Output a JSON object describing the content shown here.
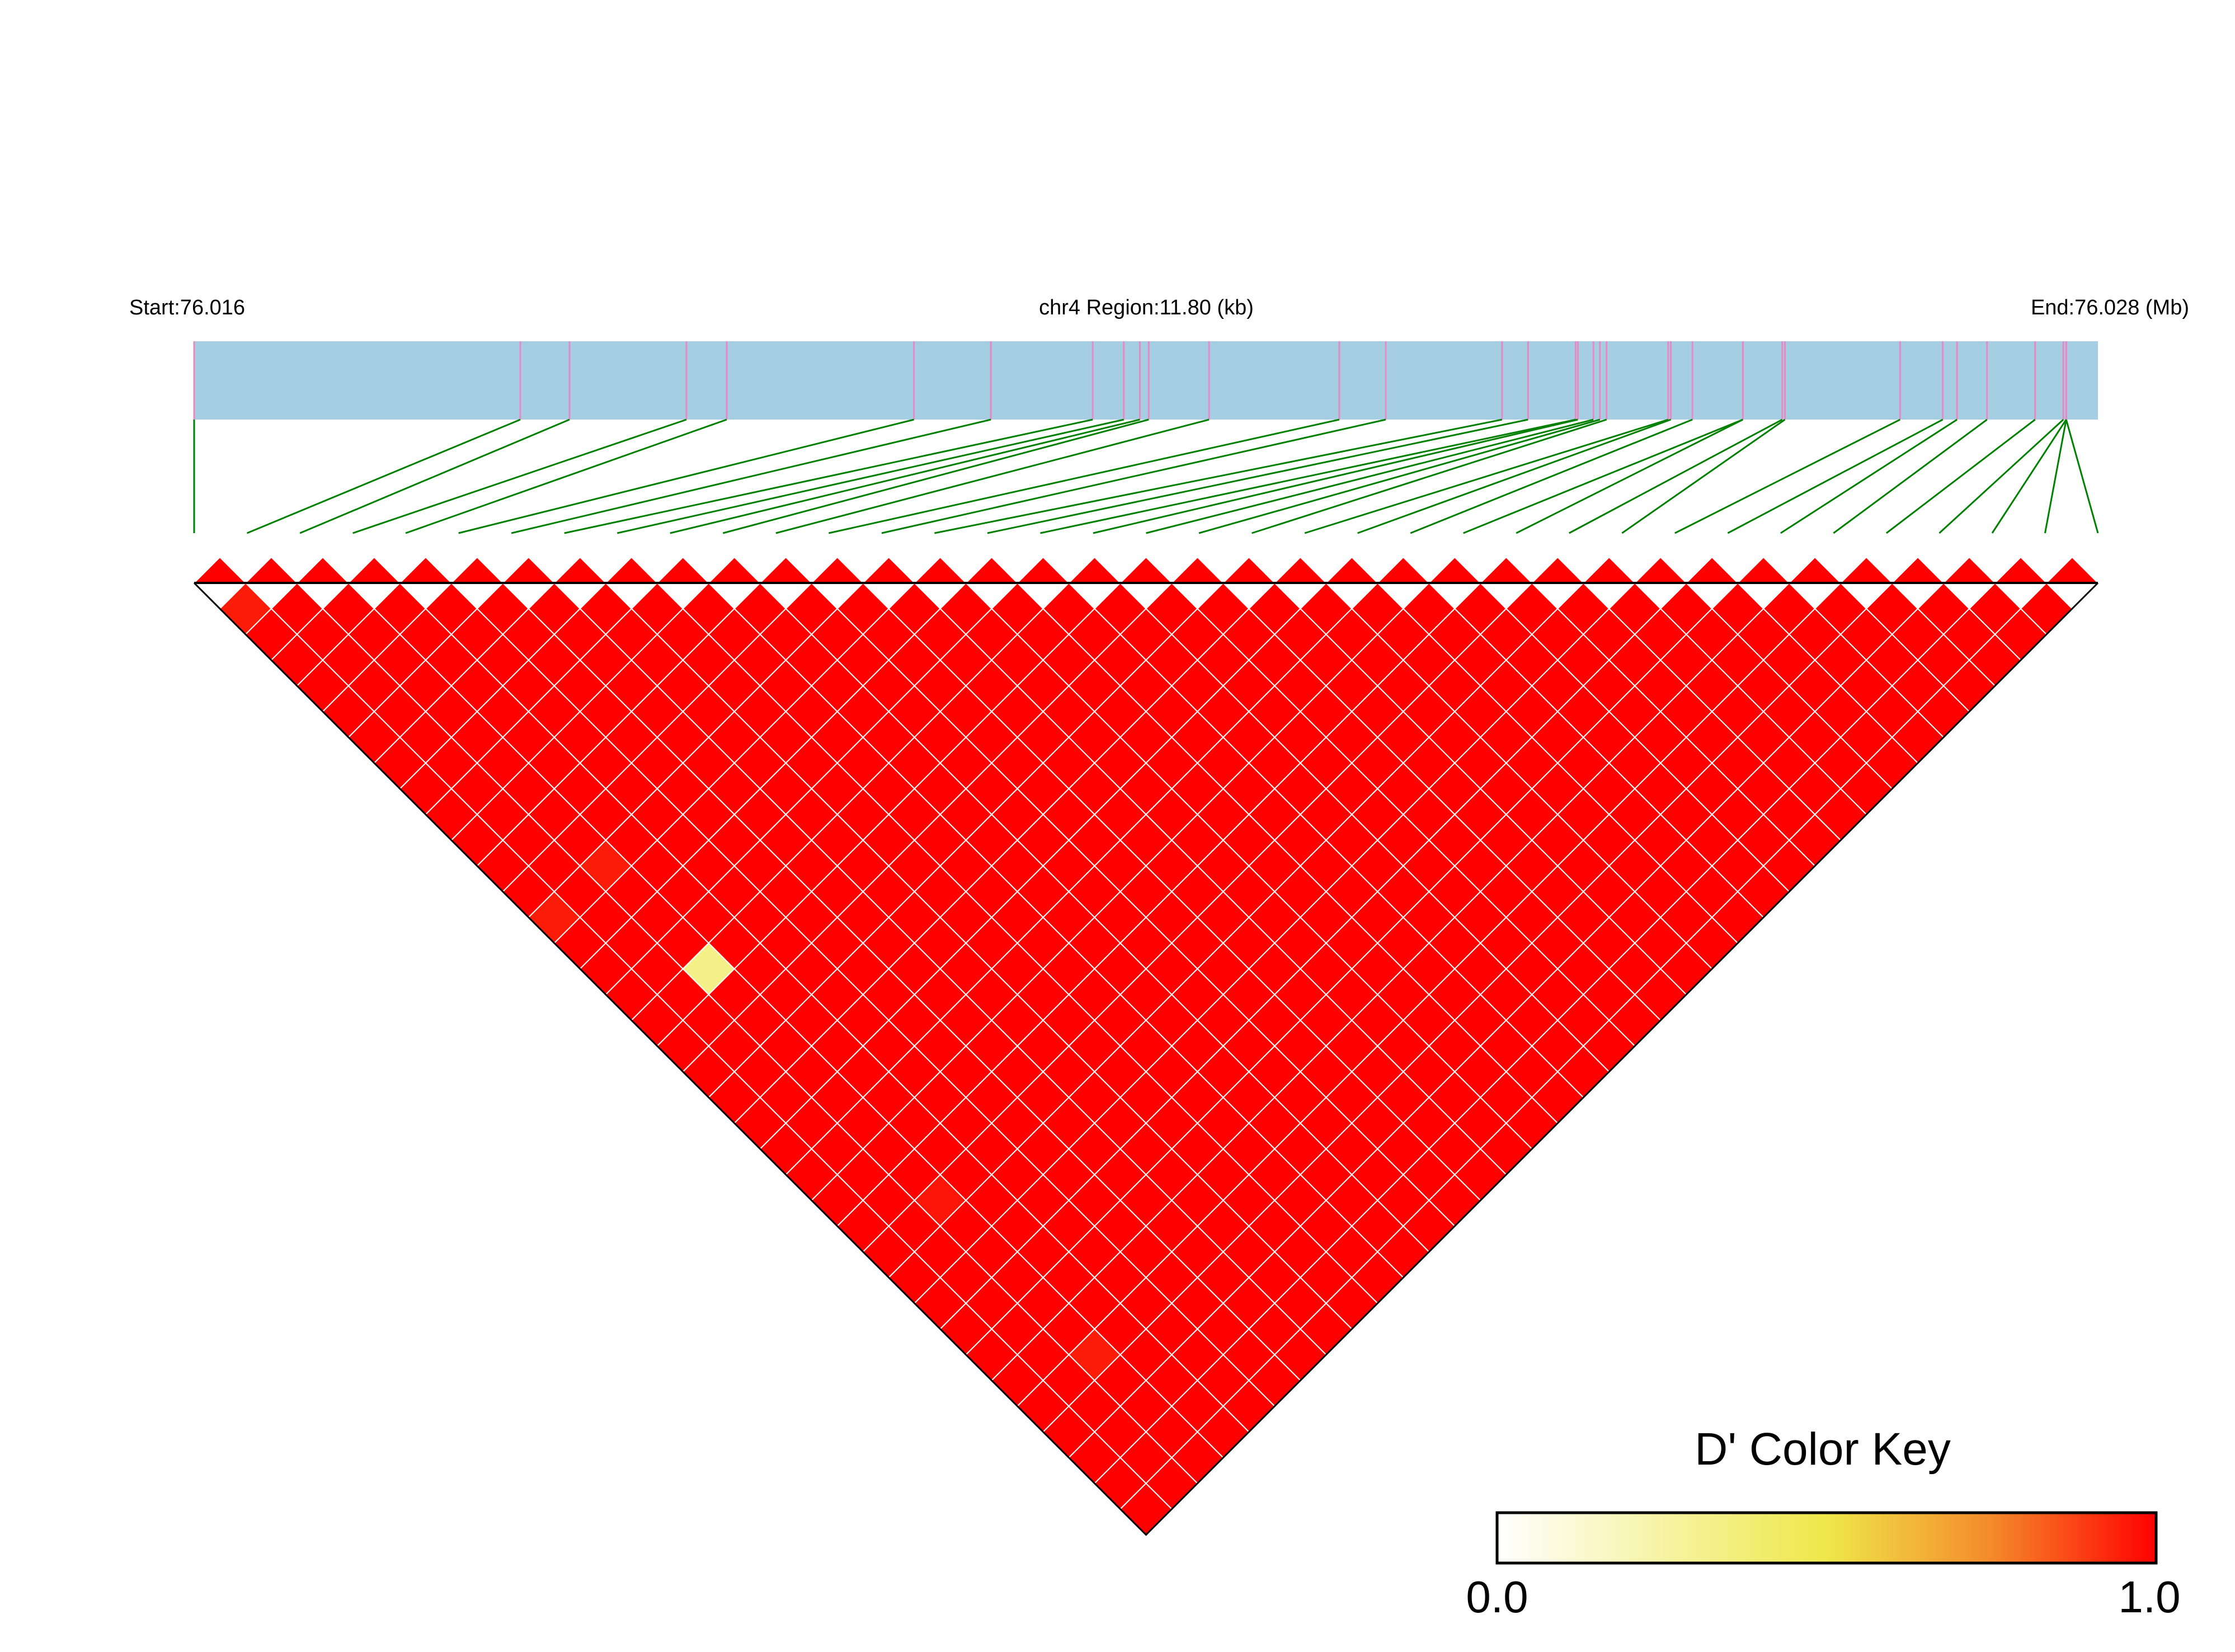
{
  "header": {
    "start_label": "Start:76.016",
    "region_label": "chr4 Region:11.80 (kb)",
    "end_label": "End:76.028 (Mb)"
  },
  "colors": {
    "gene_bar": "#a6cee3",
    "snp_tick": "#e78ac3",
    "connector": "#008000",
    "ld_max": "#ff0000",
    "grid": "#ffffff",
    "gradient_stops": [
      "#ffffff",
      "#eee84a",
      "#f58a2a",
      "#ff0000"
    ]
  },
  "chart_data": {
    "type": "heatmap",
    "metric": "D'",
    "chromosome": "chr4",
    "region_start_mb": 76.016,
    "region_end_mb": 76.028,
    "region_length_kb": 11.8,
    "snp_positions_mb": [
      76.016,
      76.018056,
      76.018366,
      76.019103,
      76.019357,
      76.020537,
      76.021022,
      76.021664,
      76.02186,
      76.021961,
      76.022017,
      76.022397,
      76.023218,
      76.023511,
      76.024244,
      76.024408,
      76.024708,
      76.024722,
      76.02482,
      76.024861,
      76.024903,
      76.025291,
      76.025308,
      76.025444,
      76.025762,
      76.025762,
      76.02601,
      76.026027,
      76.026753,
      76.027022,
      76.027112,
      76.027301,
      76.027604,
      76.027782,
      76.0278,
      76.0278,
      76.0278
    ],
    "default_value": 1.0,
    "values": [
      {
        "i": 0,
        "j": 1,
        "value": 0.95
      },
      {
        "i": 0,
        "j": 13,
        "value": 0.95
      },
      {
        "i": 2,
        "j": 13,
        "value": 0.95
      },
      {
        "i": 2,
        "j": 17,
        "value": 0.33
      },
      {
        "i": 2,
        "j": 26,
        "value": 0.96
      },
      {
        "i": 2,
        "j": 32,
        "value": 0.95
      }
    ],
    "color_key": {
      "title": "D' Color Key",
      "min_label": "0.0",
      "max_label": "1.0",
      "range": [
        0,
        1
      ]
    }
  }
}
